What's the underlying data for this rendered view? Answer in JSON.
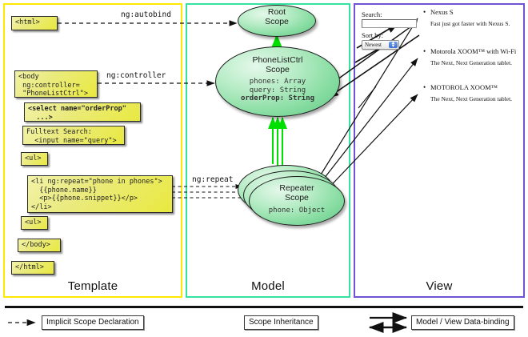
{
  "columns": [
    {
      "key": "template",
      "label": "Template",
      "border": "#ffe800"
    },
    {
      "key": "model",
      "label": "Model",
      "border": "#35e2a0"
    },
    {
      "key": "view",
      "label": "View",
      "border": "#6e53d6"
    }
  ],
  "template": {
    "boxes": [
      {
        "id": "html-open",
        "text": "<html>"
      },
      {
        "id": "body-open",
        "text": "<body\n ng:controller=\n \"PhoneListCtrl\">"
      },
      {
        "id": "select",
        "text": "<select name=\"orderProp\"\n  ...>",
        "bold": true
      },
      {
        "id": "fulltext-search",
        "text": "Fulltext Search:\n  <input name=\"query\">"
      },
      {
        "id": "ul-open",
        "text": "<ul>"
      },
      {
        "id": "li-repeat",
        "text": "<li ng:repeat=\"phone in phones\">\n  {{phone.name}}\n  <p>{{phone.snippet}}</p>\n</li>"
      },
      {
        "id": "ul-close",
        "text": "<ul>"
      },
      {
        "id": "body-close",
        "text": "</body>"
      },
      {
        "id": "html-close",
        "text": "</html>"
      }
    ]
  },
  "model": {
    "scopes": [
      {
        "id": "root-scope",
        "title": "Root\nScope",
        "props": []
      },
      {
        "id": "phonelistctrl-scope",
        "title": "PhoneListCtrl\nScope",
        "props": [
          {
            "text": "phones: Array",
            "bold": false
          },
          {
            "text": "query: String",
            "bold": false
          },
          {
            "text": "orderProp: String",
            "bold": true
          }
        ]
      },
      {
        "id": "repeater-scope",
        "title": "Repeater\nScope",
        "props": [
          {
            "text": "phone: Object",
            "bold": false
          }
        ]
      }
    ]
  },
  "view": {
    "search_label": "Search:",
    "search_value": "",
    "search_placeholder": "",
    "sort_label": "Sort by:",
    "sort_selected": "Newest",
    "sort_options": [
      "Newest"
    ],
    "phones": [
      {
        "name": "Nexus S",
        "snippet": "Fast just got faster with Nexus S."
      },
      {
        "name": "Motorola XOOM™  with Wi-Fi",
        "snippet": "The Next, Next Generation tablet."
      },
      {
        "name": "MOTOROLA XOOM™",
        "snippet": "The Next, Next Generation tablet."
      }
    ]
  },
  "edge_labels": [
    {
      "id": "ng-autobind",
      "text": "ng:autobind"
    },
    {
      "id": "ng-controller",
      "text": "ng:controller"
    },
    {
      "id": "ng-repeat",
      "text": "ng:repeat"
    }
  ],
  "legend": [
    {
      "id": "implicit-scope-declaration",
      "label": "Implicit Scope Declaration",
      "marker": "dashed-arrow",
      "color": "#111111"
    },
    {
      "id": "scope-inheritance",
      "label": "Scope Inheritance",
      "marker": "green-arrow",
      "color": "#00e000"
    },
    {
      "id": "model-view-data-binding",
      "label": "Model / View Data-binding",
      "marker": "double-arrow",
      "color": "#111111"
    }
  ],
  "colors": {
    "code_box_fill": "#e9e93f",
    "scope_fill": "#86dca1",
    "inheritance_arrow": "#00e000",
    "template_border": "#ffe800",
    "model_border": "#35e2a0",
    "view_border": "#6e53d6"
  }
}
